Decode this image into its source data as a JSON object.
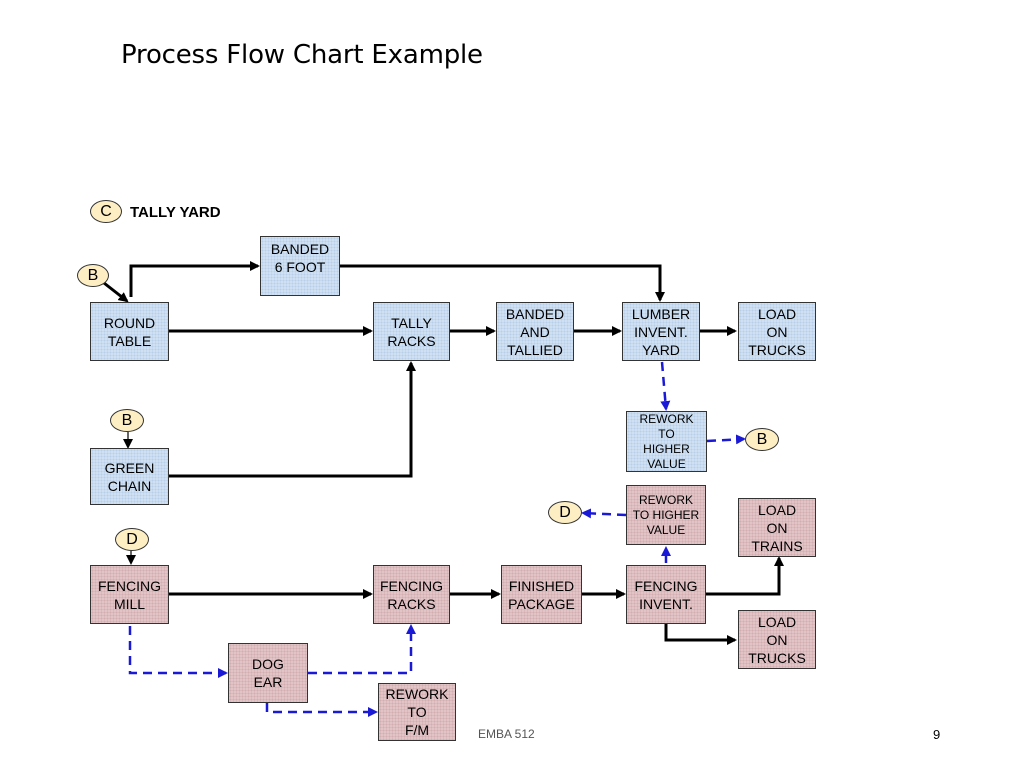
{
  "title": "Process Flow Chart Example",
  "footer": "EMBA 512",
  "page_number": "9",
  "colors": {
    "process_blue": "#cfe0f3",
    "process_pink": "#e2c4c6",
    "connector_fill": "#fdeec3",
    "solid_arrow": "#000000",
    "dashed_arrow": "#1a1ad6"
  },
  "connectors": {
    "c_label": "C",
    "c_text": "TALLY YARD",
    "b_top": "B",
    "b_green": "B",
    "b_rework": "B",
    "d_fencing": "D",
    "d_rework": "D"
  },
  "boxes": {
    "banded_6_foot": "BANDED\n6 FOOT",
    "round_table": "ROUND\nTABLE",
    "tally_racks": "TALLY\nRACKS",
    "banded_tallied": "BANDED\nAND\nTALLIED",
    "lumber_invent_yard": "LUMBER\nINVENT.\nYARD",
    "load_on_trucks_top": "LOAD\nON\nTRUCKS",
    "rework_higher_value_blue": "REWORK\nTO\nHIGHER\nVALUE",
    "green_chain": "GREEN\nCHAIN",
    "rework_higher_value_pink": "REWORK\nTO HIGHER\nVALUE",
    "load_on_trains": "LOAD\nON\nTRAINS",
    "fencing_mill": "FENCING\nMILL",
    "fencing_racks": "FENCING\nRACKS",
    "finished_package": "FINISHED\nPACKAGE",
    "fencing_invent": "FENCING\nINVENT.",
    "load_on_trucks_bottom": "LOAD\nON\nTRUCKS",
    "dog_ear": "DOG\nEAR",
    "rework_to_fm": "REWORK\nTO\nF/M"
  }
}
